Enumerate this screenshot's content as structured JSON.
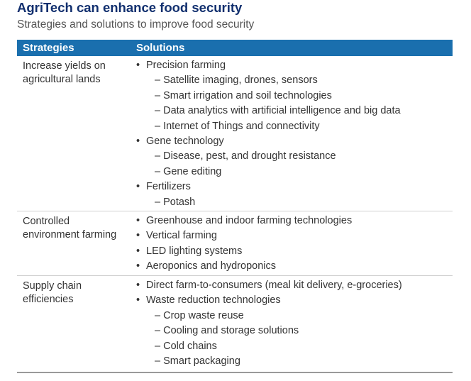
{
  "title": "AgriTech can enhance food security",
  "subtitle": "Strategies and solutions to improve food security",
  "header": {
    "strategies": "Strategies",
    "solutions": "Solutions"
  },
  "rows": [
    {
      "strategy": "Increase yields on agricultural lands",
      "solutions": [
        {
          "item": "Precision farming",
          "subs": [
            "Satellite imaging, drones, sensors",
            "Smart irrigation and soil technologies",
            "Data analytics with artificial intelligence and big data",
            "Internet of Things and connectivity"
          ]
        },
        {
          "item": "Gene technology",
          "subs": [
            "Disease, pest, and drought resistance",
            "Gene editing"
          ]
        },
        {
          "item": "Fertilizers",
          "subs": [
            "Potash"
          ]
        }
      ]
    },
    {
      "strategy": "Controlled environment farming",
      "solutions": [
        {
          "item": "Greenhouse and indoor farming technologies",
          "subs": []
        },
        {
          "item": "Vertical farming",
          "subs": []
        },
        {
          "item": "LED lighting systems",
          "subs": []
        },
        {
          "item": "Aeroponics and hydroponics",
          "subs": []
        }
      ]
    },
    {
      "strategy": "Supply chain efficiencies",
      "solutions": [
        {
          "item": "Direct farm-to-consumers (meal kit delivery, e-groceries)",
          "subs": []
        },
        {
          "item": "Waste reduction technologies",
          "subs": [
            "Crop waste reuse",
            "Cooling and storage solutions",
            "Cold chains",
            "Smart packaging"
          ]
        }
      ]
    }
  ]
}
